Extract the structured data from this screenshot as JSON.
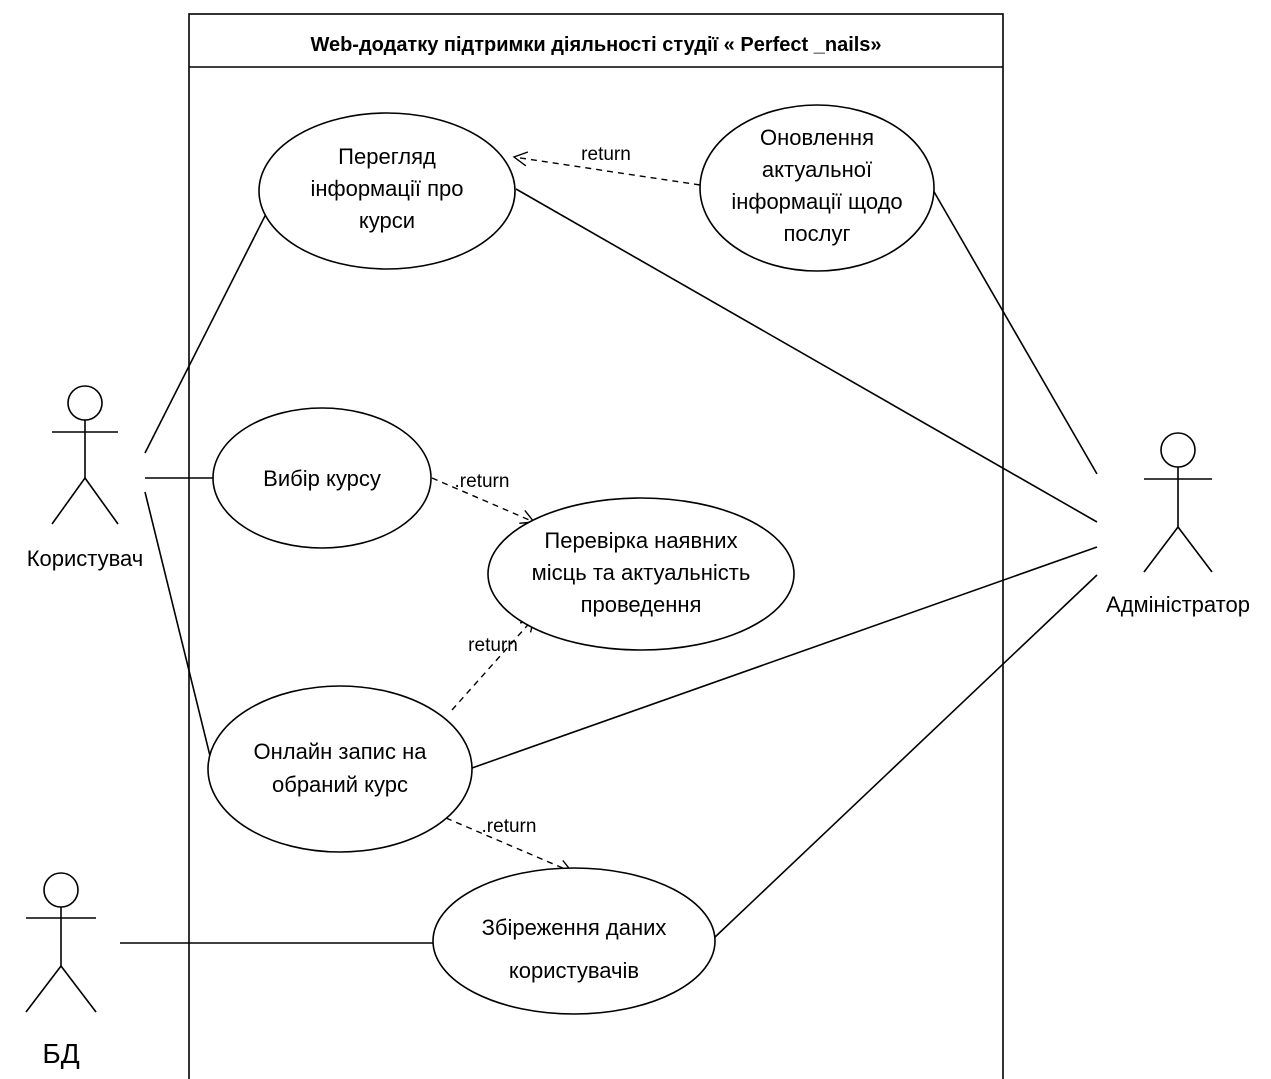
{
  "system": {
    "title": "Web-додатку підтримки діяльності студії « Perfect _nails»"
  },
  "actors": {
    "user": "Користувач",
    "admin": "Адміністратор",
    "db": "БД"
  },
  "use_cases": {
    "view_info": [
      "Перегляд",
      "інформації про",
      "курси"
    ],
    "update_info": [
      "Оновлення",
      "актуальної",
      "інформації щодо",
      "послуг"
    ],
    "choose_course": [
      "Вибір курсу"
    ],
    "check_places": [
      "Перевірка наявних",
      "місць та актуальність",
      "проведення"
    ],
    "online_booking": [
      "Онлайн запис на",
      "обраний курс"
    ],
    "save_data": [
      "Збіреження даних",
      "користувачів"
    ]
  },
  "relations": {
    "ret_update_to_view": "return",
    "ret_choose_to_check": ".return",
    "ret_booking_to_check": "return",
    "ret_booking_to_save": ".return"
  }
}
